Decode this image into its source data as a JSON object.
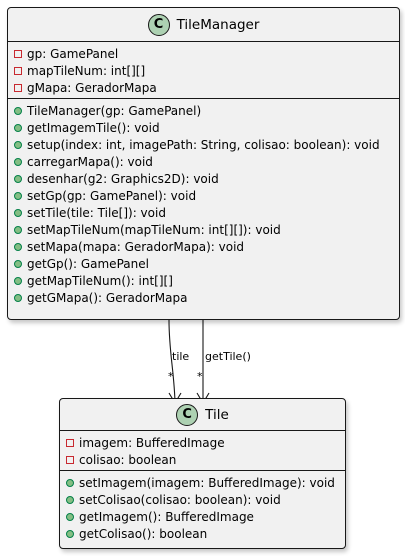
{
  "classes": {
    "tilemanager": {
      "stereotype": "C",
      "name": "TileManager",
      "attributes": [
        {
          "vis": "private",
          "text": "gp: GamePanel"
        },
        {
          "vis": "private",
          "text": "mapTileNum: int[][]"
        },
        {
          "vis": "private",
          "text": "gMapa: GeradorMapa"
        }
      ],
      "methods": [
        {
          "vis": "public",
          "text": "TileManager(gp: GamePanel)"
        },
        {
          "vis": "public",
          "text": "getImagemTile(): void"
        },
        {
          "vis": "public",
          "text": "setup(index: int, imagePath: String, colisao: boolean): void"
        },
        {
          "vis": "public",
          "text": "carregarMapa(): void"
        },
        {
          "vis": "public",
          "text": "desenhar(g2: Graphics2D): void"
        },
        {
          "vis": "public",
          "text": "setGp(gp: GamePanel): void"
        },
        {
          "vis": "public",
          "text": "setTile(tile: Tile[]): void"
        },
        {
          "vis": "public",
          "text": "setMapTileNum(mapTileNum: int[][]): void"
        },
        {
          "vis": "public",
          "text": "setMapa(mapa: GeradorMapa): void"
        },
        {
          "vis": "public",
          "text": "getGp(): GamePanel"
        },
        {
          "vis": "public",
          "text": "getMapTileNum(): int[][]"
        },
        {
          "vis": "public",
          "text": "getGMapa(): GeradorMapa"
        }
      ]
    },
    "tile": {
      "stereotype": "C",
      "name": "Tile",
      "attributes": [
        {
          "vis": "private",
          "text": "imagem: BufferedImage"
        },
        {
          "vis": "private",
          "text": "colisao: boolean"
        }
      ],
      "methods": [
        {
          "vis": "public",
          "text": "setImagem(imagem: BufferedImage): void"
        },
        {
          "vis": "public",
          "text": "setColisao(colisao: boolean): void"
        },
        {
          "vis": "public",
          "text": "getImagem(): BufferedImage"
        },
        {
          "vis": "public",
          "text": "getColisao(): boolean"
        }
      ]
    }
  },
  "edges": [
    {
      "from": "TileManager",
      "to": "Tile",
      "label": "tile",
      "multiplicity": "*"
    },
    {
      "from": "TileManager",
      "to": "Tile",
      "label": "getTile()",
      "multiplicity": "*"
    }
  ]
}
